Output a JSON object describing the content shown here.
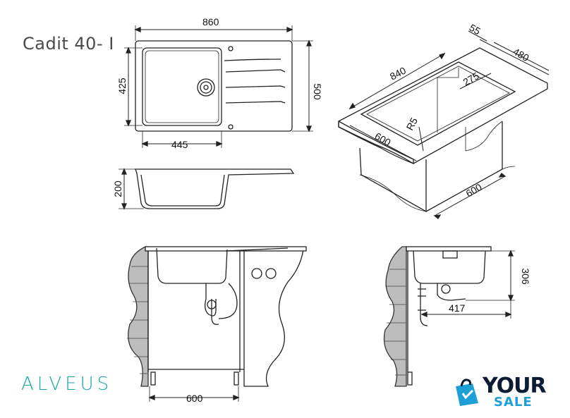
{
  "product": {
    "title": "Cadit 40- I"
  },
  "dimensions": {
    "top_width": "860",
    "top_depth": "500",
    "bowl_depth": "425",
    "bowl_width": "445",
    "bowl_height": "200",
    "cutout_length": "840",
    "edge_offset": "55",
    "cutout_width": "480",
    "corner_offset": "275",
    "radius": "R5",
    "cabinet_width_iso": "600",
    "cabinet_depth_iso": "600",
    "cabinet_front": "600",
    "side_height": "306",
    "side_depth": "417"
  },
  "brand": {
    "name": "ALVEUS",
    "color": "#16a6a0"
  },
  "badge": {
    "line1": "YOUR",
    "line2": "SALE",
    "icon": "shopping-bag-icon"
  }
}
